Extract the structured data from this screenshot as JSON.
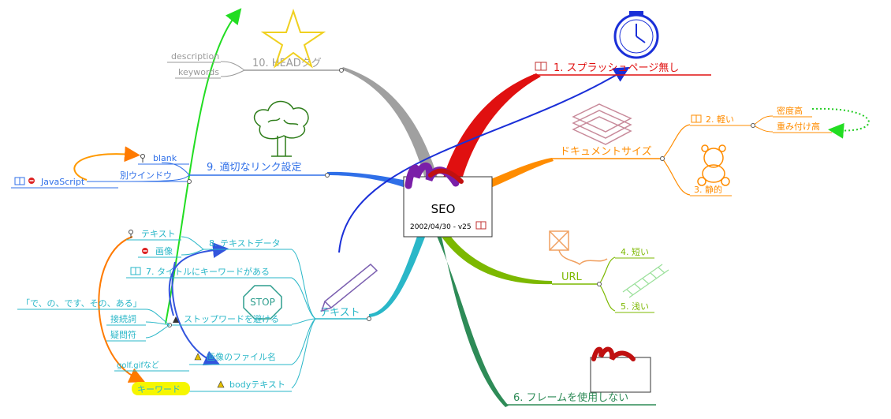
{
  "center": {
    "title": "SEO",
    "date": "2002/04/30 - v25"
  },
  "branches": {
    "splash": {
      "label": "1. スプラッシュページ無し",
      "color": "#e01010"
    },
    "document_size": {
      "label": "ドキュメントサイズ",
      "color": "#ff8c00",
      "children": {
        "light": "2. 軽い",
        "static": "3. 静的"
      },
      "grandchildren": {
        "density": "密度高",
        "weighting": "重み付け高"
      }
    },
    "url": {
      "label": "URL",
      "color": "#7cb800",
      "children": {
        "short": "4. 短い",
        "shallow": "5. 浅い"
      }
    },
    "frames": {
      "label": "6. フレームを使用しない",
      "color": "#2e8b57"
    },
    "text": {
      "label": "テキスト",
      "color": "#2ab7c8",
      "children": {
        "title_keyword": "7. タイトルにキーワードがある",
        "text_data": "8. テキストデータ",
        "stopwords": "ストップワードを避ける",
        "image_filename": "画像のファイル名",
        "body_text": "bodyテキスト"
      },
      "stopword_children": {
        "particles": "「で、の、です、その、ある」",
        "conjunctions": "接続詞",
        "interrogatives": "疑問符"
      },
      "text_data_children": {
        "text": "テキスト",
        "image": "画像"
      },
      "image_example": "golf.gifなど",
      "keyword_note": "キーワード",
      "stop_sign": "STOP"
    },
    "links": {
      "label": "9. 適切なリンク設定",
      "color": "#2f6fe8",
      "children": {
        "new_window": "別ウインドウ",
        "blank": "blank",
        "javascript": "JavaScript"
      }
    },
    "head": {
      "label": "10. HEADタグ",
      "color": "#9a9a9a",
      "children": {
        "description": "description",
        "keywords": "keywords"
      }
    }
  },
  "icons": {
    "clock": "clock-icon",
    "star": "star-icon",
    "tree": "tree-icon",
    "bear": "teddy-bear-icon",
    "pencil": "pencil-icon",
    "stop": "stop-sign-icon",
    "kite": "kite-icon",
    "book": "book-icon",
    "forbidden": "no-entry-icon",
    "warning": "warning-icon",
    "key": "key-icon",
    "ladder": "ladder-icon",
    "documents": "stacked-documents-icon",
    "logo": "brush-logo-icon"
  }
}
